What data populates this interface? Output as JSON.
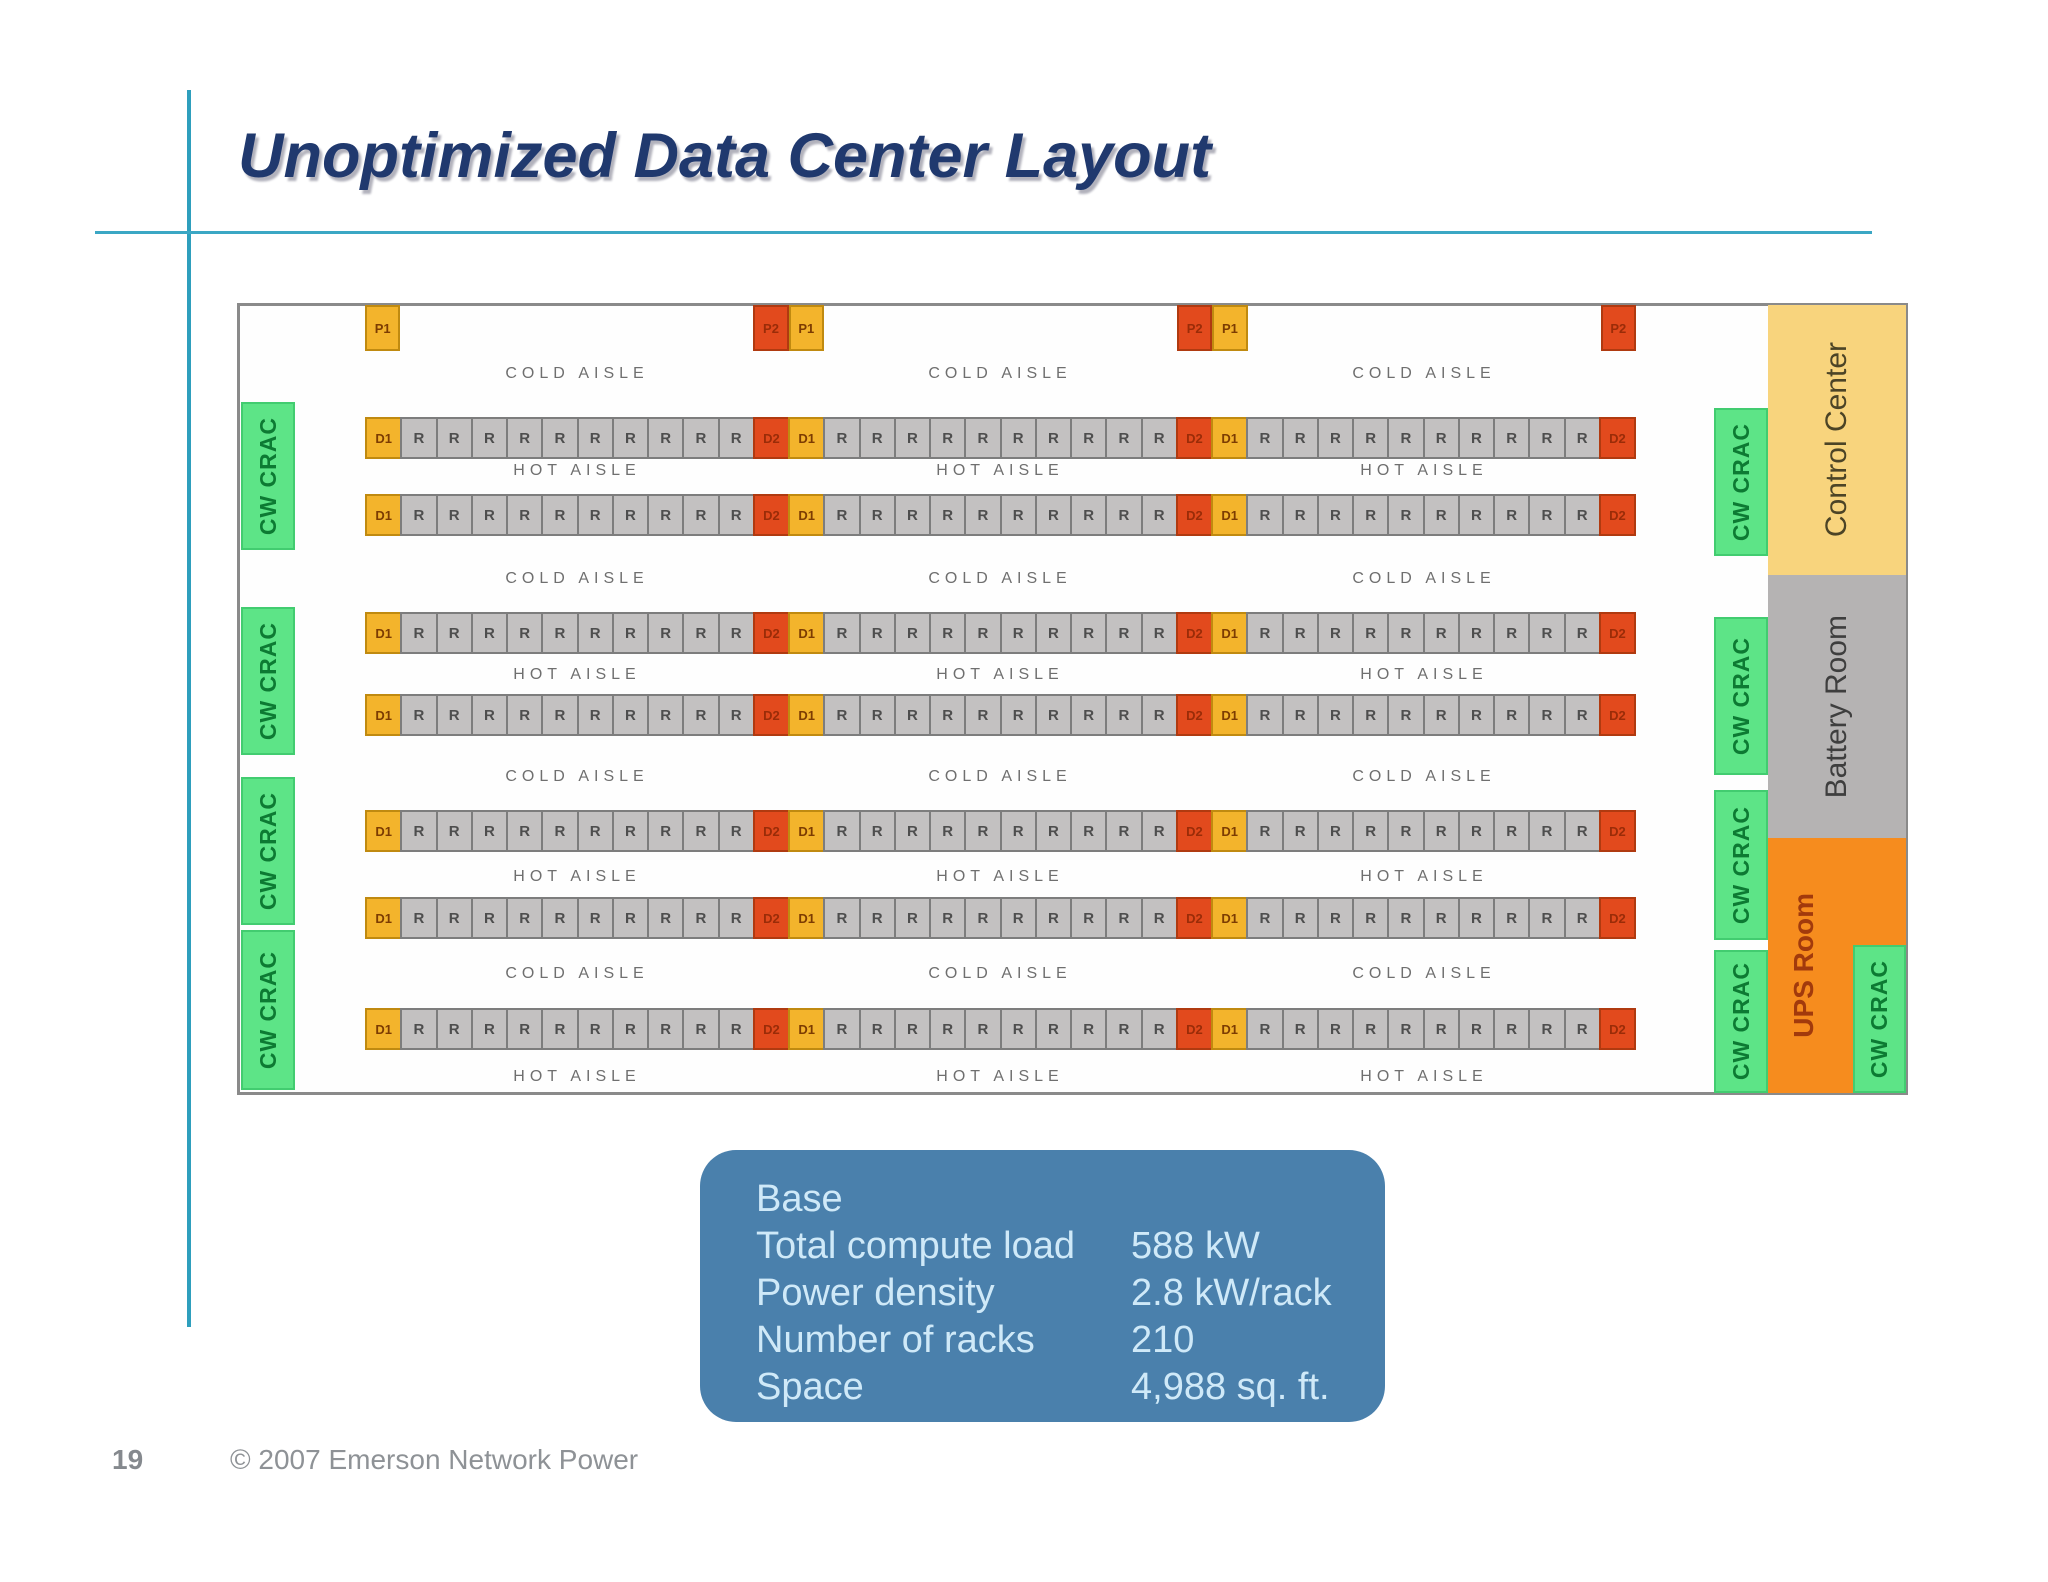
{
  "title": "Unoptimized Data Center Layout",
  "floorplan": {
    "pdu_row": [
      "P1",
      "P2",
      "P1",
      "P2",
      "P1",
      "P2"
    ],
    "cells": {
      "start": "D1",
      "rack": "R",
      "end": "D2"
    },
    "rack_rows": 7,
    "segments_per_row": 3,
    "racks_per_segment": 10,
    "aisle_sequence": [
      "COLD AISLE",
      "HOT AISLE",
      "COLD AISLE",
      "HOT AISLE",
      "COLD AISLE",
      "HOT AISLE",
      "COLD AISLE",
      "HOT AISLE"
    ],
    "crac_label": "CW CRAC",
    "rooms": {
      "control": "Control Center",
      "battery": "Battery Room",
      "ups": "UPS Room"
    }
  },
  "info_box": {
    "title": "Base",
    "rows": [
      {
        "label": "Total compute load",
        "value": "588 kW"
      },
      {
        "label": "Power density",
        "value": "2.8 kW/rack"
      },
      {
        "label": "Number of racks",
        "value": "210"
      },
      {
        "label": "Space",
        "value": "4,988 sq. ft."
      }
    ]
  },
  "footer": {
    "page_number": "19",
    "copyright": "© 2007 Emerson Network Power"
  },
  "colors": {
    "accent_teal": "#2e9fbd",
    "title_navy": "#20396e",
    "rack_gray": "#c3c1c1",
    "pdu_yellow": "#f3b42c",
    "pdu_red": "#e24a1d",
    "crac_green": "#5de487",
    "control_center_tan": "#f8d47d",
    "battery_gray": "#b5b3b3",
    "ups_orange": "#f68c1e",
    "info_box_blue": "#4a80ac"
  }
}
